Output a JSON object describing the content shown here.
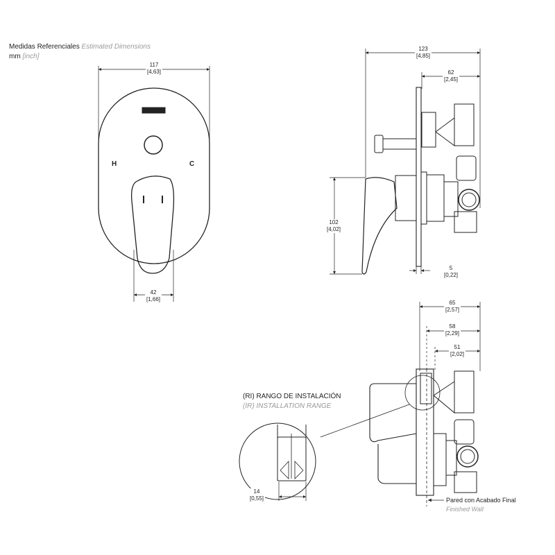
{
  "header": {
    "title_es": "Medidas Referenciales",
    "title_en": "Estimated Dimensions",
    "unit_mm": "mm",
    "unit_inch": "[inch]"
  },
  "front_view": {
    "width": {
      "mm": "117",
      "inch": "[4,63]"
    },
    "lever_width": {
      "mm": "42",
      "inch": "[1,66]"
    },
    "hot_label": "H",
    "cold_label": "C"
  },
  "side_view": {
    "total_depth": {
      "mm": "123",
      "inch": "[4,85]"
    },
    "body_depth": {
      "mm": "62",
      "inch": "[2,45]"
    },
    "lever_height": {
      "mm": "102",
      "inch": "[4,02]"
    },
    "plate_thickness": {
      "mm": "5",
      "inch": "[0,22]"
    }
  },
  "install_view": {
    "max_depth": {
      "mm": "65",
      "inch": "[2,57]"
    },
    "mid_depth": {
      "mm": "58",
      "inch": "[2,29]"
    },
    "min_depth": {
      "mm": "51",
      "inch": "[2,02]"
    },
    "range_width": {
      "mm": "14",
      "inch": "[0,55]"
    },
    "range_title_es": "(RI) RANGO DE INSTALACIÓN",
    "range_title_en": "(IR) INSTALLATION RANGE",
    "wall_es": "Pared con Acabado Final",
    "wall_en": "Finished Wall"
  }
}
